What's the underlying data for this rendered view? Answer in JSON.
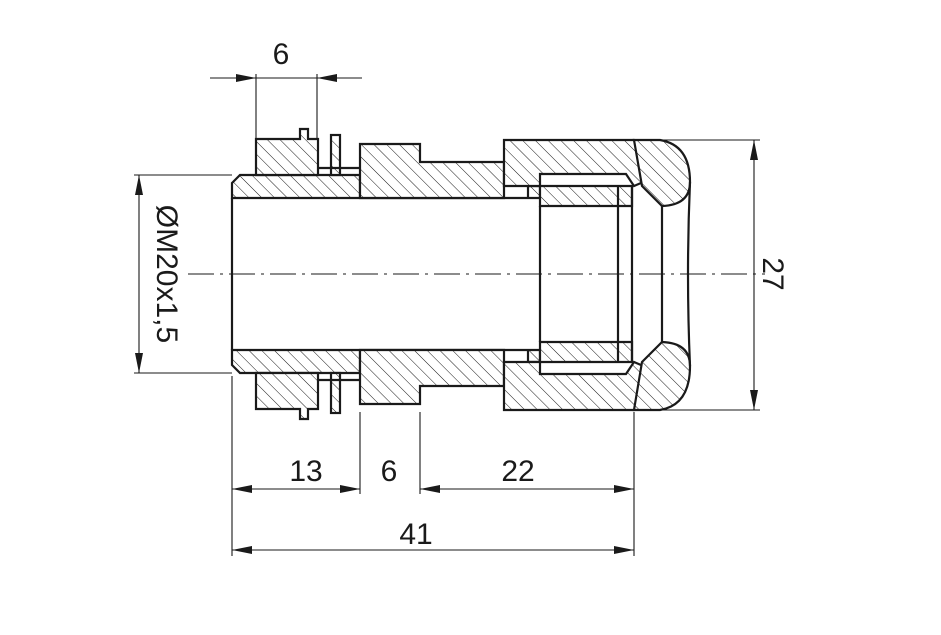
{
  "dimensions": {
    "top_width": "6",
    "thread_diameter": "ØM20x1,5",
    "height": "27",
    "segment_1": "13",
    "segment_2": "6",
    "segment_3": "22",
    "overall_length": "41"
  }
}
